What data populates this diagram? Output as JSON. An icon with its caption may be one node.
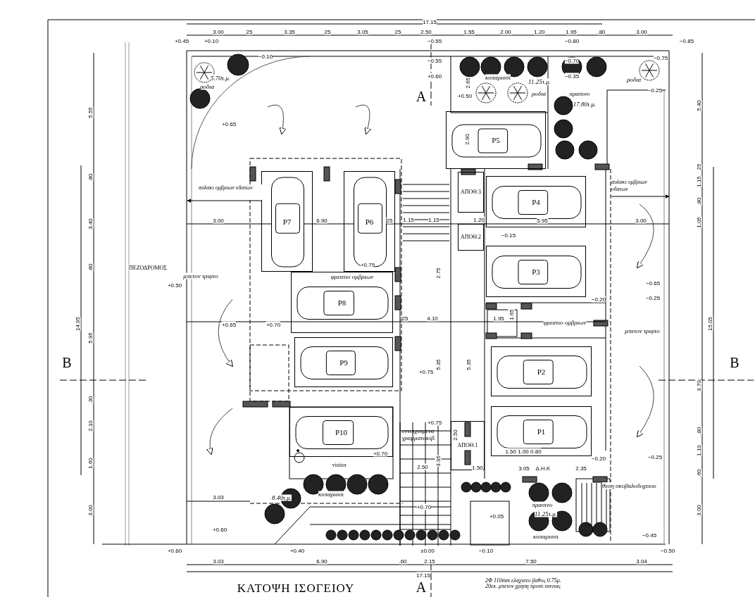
{
  "diagram": {
    "title": "ΚΑΤΟΨΗ ΙΣΟΓΕΙΟΥ",
    "nodes": [
      {
        "text": [
          "P5"
        ]
      },
      {
        "text": [
          "P7"
        ]
      },
      {
        "text": [
          "P6"
        ]
      },
      {
        "text": [
          "P4"
        ]
      },
      {
        "text": [
          "P8"
        ]
      },
      {
        "text": [
          "P3"
        ]
      },
      {
        "text": [
          "P9"
        ]
      },
      {
        "text": [
          "P2"
        ]
      },
      {
        "text": [
          "P10"
        ]
      },
      {
        "text": [
          "P1"
        ]
      },
      {
        "text": [
          "ΑΠΟΘ.3"
        ]
      },
      {
        "text": [
          "ΑΠΟΘ.2"
        ]
      },
      {
        "text": [
          "ΑΠΟΘ.1"
        ]
      },
      {
        "text": [
          "αυλακι ομβριων υδατων"
        ]
      },
      {
        "text": [
          "αυλακι ομβριων υδατων"
        ]
      },
      {
        "text": [
          "εντοιχισμενα γραμματοκιβ."
        ]
      }
    ],
    "edges": [
      {
        "from": 13,
        "to": null,
        "arrow": "to"
      },
      {
        "from": 14,
        "to": null,
        "arrow": "to"
      }
    ],
    "labels": [
      "17.15",
      "3.00",
      "25",
      "3.35",
      "25",
      "3.05",
      "25",
      "2.50",
      "1.55",
      "2.00",
      "1.20",
      "1.95",
      ".80",
      "3.00",
      "+0.45",
      "+0.10",
      "−0.55",
      "−0.80",
      "−0.85",
      "−0.10",
      "−0.55",
      "−0.70",
      "−0.75",
      "5.70τ.μ.",
      "κυπαρισσι",
      "11.25τ.μ.",
      "+0.60",
      "−0.35",
      "ροδια",
      "ροδια",
      "−0.25",
      "A",
      "+0.50",
      "ροδια",
      "πρασινο",
      "17.80τ.μ.",
      "2.65",
      "+0.65",
      "2.90",
      "5.55",
      "5.40",
      ".80",
      "25",
      "1.15",
      ".80",
      "3.40",
      "3.00",
      "6.90",
      "25",
      "1.15",
      "1.15",
      "1.20",
      "5.95",
      "3.00",
      "1.05",
      "−0.15",
      ".80",
      "ΠΕΖΟΔΡΟΜΟΣ",
      "+0.75",
      "μπετον τριφτο",
      "φρεατιο ομβριων",
      "2.75",
      "+0.50",
      "−0.65",
      "−0.20",
      "−0.25",
      "14.95",
      "5.95",
      "+0.65",
      "+0.70",
      "25",
      "4.10",
      "1.95",
      "1.65",
      "φρεατιο ομβριων",
      "μπετον τριφτο",
      "15.05",
      "B",
      "B",
      "+0.75",
      "5.35",
      "5.35",
      "3.70",
      ".30",
      "2.10",
      "+0.75",
      ".80",
      "+0.70",
      "2.50",
      "1.50 1.00 0.80",
      "1.10",
      "1.60",
      "visitor",
      "2.50",
      "3.95",
      "1.50",
      "3.05",
      "Δ.Η.Κ",
      "2.35",
      "−0.20",
      "−0.25",
      ".60",
      "θεση σκυβαλοδοχειου",
      "8.40τ.μ.",
      "κυπαρισσι",
      "3.03",
      "+0.70",
      "πρασινο",
      "11.25τ.μ.",
      "3.00",
      "3.00",
      "+0.05",
      "+0.60",
      "−0.45",
      "κυπαρισσι",
      "+0.60",
      "+0.40",
      "±0.00",
      "−0.10",
      "−0.50",
      "3.03",
      "6.90",
      ".60",
      "2.15",
      "7.50",
      "3.04",
      "17.15",
      "A",
      "2Φ 110mm ελαχιστο βαθος 0.75μ. 20εκ. μπετον χρηση προστ.ταινιας"
    ]
  }
}
